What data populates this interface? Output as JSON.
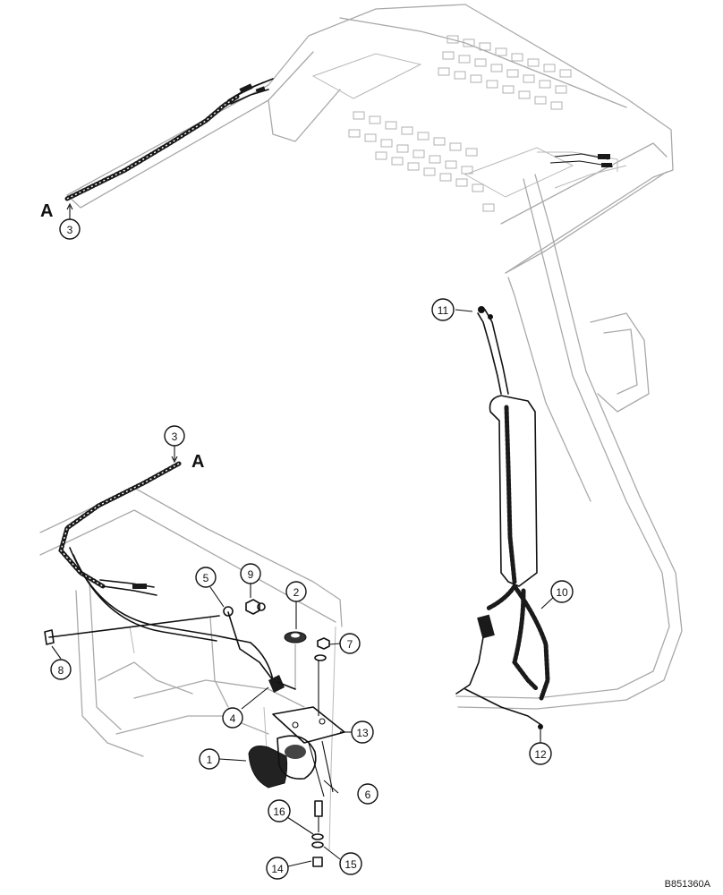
{
  "figure_code": "B851360A",
  "reference_letters": {
    "upper": "A",
    "lower": "A"
  },
  "callouts": [
    {
      "id": "callout-3-upper",
      "label": "3"
    },
    {
      "id": "callout-3-lower",
      "label": "3"
    },
    {
      "id": "callout-1",
      "label": "1"
    },
    {
      "id": "callout-2",
      "label": "2"
    },
    {
      "id": "callout-4",
      "label": "4"
    },
    {
      "id": "callout-5",
      "label": "5"
    },
    {
      "id": "callout-6",
      "label": "6"
    },
    {
      "id": "callout-7",
      "label": "7"
    },
    {
      "id": "callout-8",
      "label": "8"
    },
    {
      "id": "callout-9",
      "label": "9"
    },
    {
      "id": "callout-10",
      "label": "10"
    },
    {
      "id": "callout-11",
      "label": "11"
    },
    {
      "id": "callout-12",
      "label": "12"
    },
    {
      "id": "callout-13",
      "label": "13"
    },
    {
      "id": "callout-14",
      "label": "14"
    },
    {
      "id": "callout-15",
      "label": "15"
    },
    {
      "id": "callout-16",
      "label": "16"
    }
  ]
}
